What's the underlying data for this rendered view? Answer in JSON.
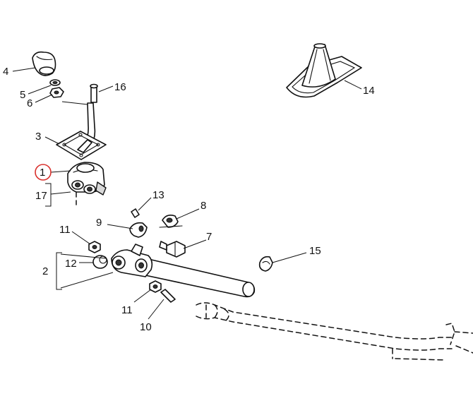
{
  "diagram": {
    "highlight_color": "#d9302c",
    "line_color": "#111111",
    "highlighted_callout": "1",
    "callouts": [
      {
        "id": "c1",
        "text": "1"
      },
      {
        "id": "c2",
        "text": "2"
      },
      {
        "id": "c3",
        "text": "3"
      },
      {
        "id": "c4",
        "text": "4"
      },
      {
        "id": "c5",
        "text": "5"
      },
      {
        "id": "c6",
        "text": "6"
      },
      {
        "id": "c7",
        "text": "7"
      },
      {
        "id": "c8",
        "text": "8"
      },
      {
        "id": "c9",
        "text": "9"
      },
      {
        "id": "c10",
        "text": "10"
      },
      {
        "id": "c11a",
        "text": "11"
      },
      {
        "id": "c11b",
        "text": "11"
      },
      {
        "id": "c12",
        "text": "12"
      },
      {
        "id": "c13",
        "text": "13"
      },
      {
        "id": "c14",
        "text": "14"
      },
      {
        "id": "c15",
        "text": "15"
      },
      {
        "id": "c16",
        "text": "16"
      },
      {
        "id": "c17",
        "text": "17"
      }
    ]
  }
}
